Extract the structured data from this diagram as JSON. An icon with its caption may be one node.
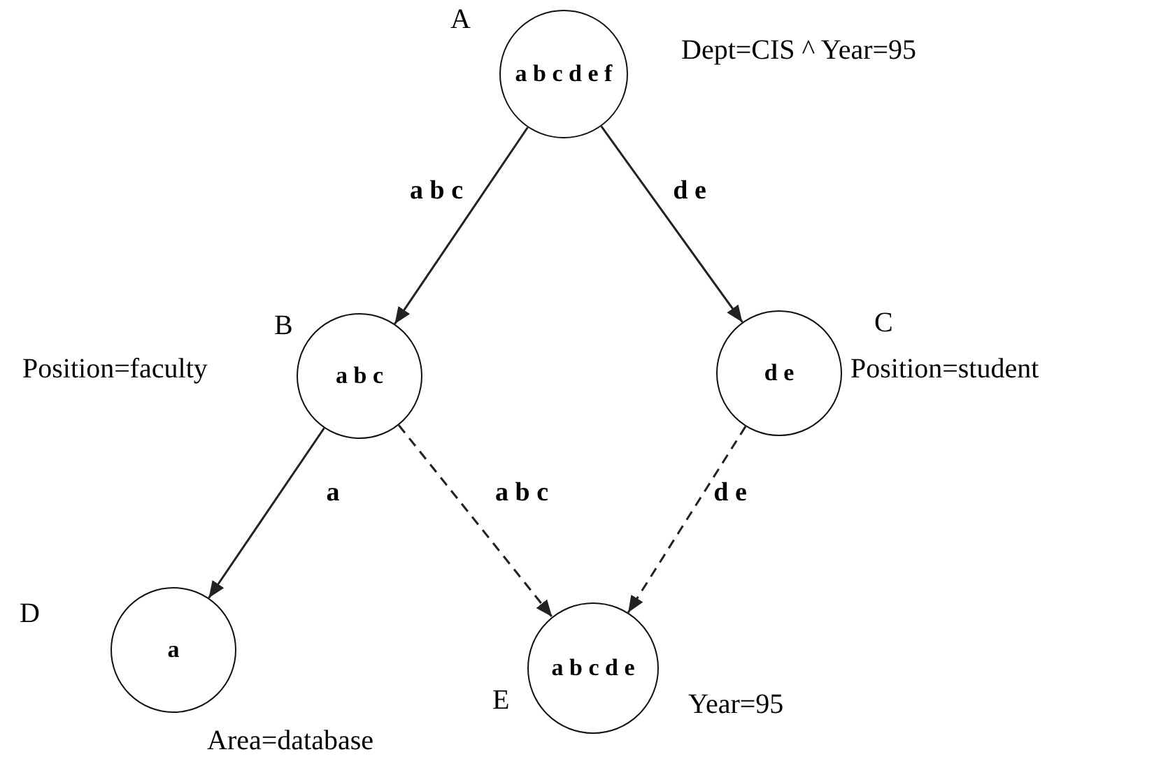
{
  "diagram": {
    "nodes": [
      {
        "text": [
          "a b c d e f"
        ],
        "beside": [
          "A",
          "Dept=CIS ^ Year=95"
        ]
      },
      {
        "text": [
          "a b c"
        ],
        "beside": [
          "B",
          "Position=faculty"
        ]
      },
      {
        "text": [
          "d e"
        ],
        "beside": [
          "C",
          "Position=student"
        ]
      },
      {
        "text": [
          "a"
        ],
        "beside": [
          "D",
          "Area=database"
        ]
      },
      {
        "text": [
          "a b c d e"
        ],
        "beside": [
          "E",
          "Year=95"
        ]
      }
    ],
    "edges": [
      {
        "from": 0,
        "to": 1,
        "arrow": "to",
        "label": "a b c"
      },
      {
        "from": 0,
        "to": 2,
        "arrow": "to",
        "label": "d e"
      },
      {
        "from": 1,
        "to": 3,
        "arrow": "to",
        "label": "a"
      },
      {
        "from": 1,
        "to": 4,
        "arrow": "to",
        "label": "a b c",
        "style": "dashed"
      },
      {
        "from": 2,
        "to": 4,
        "arrow": "to",
        "label": "d e",
        "style": "dashed"
      }
    ]
  }
}
